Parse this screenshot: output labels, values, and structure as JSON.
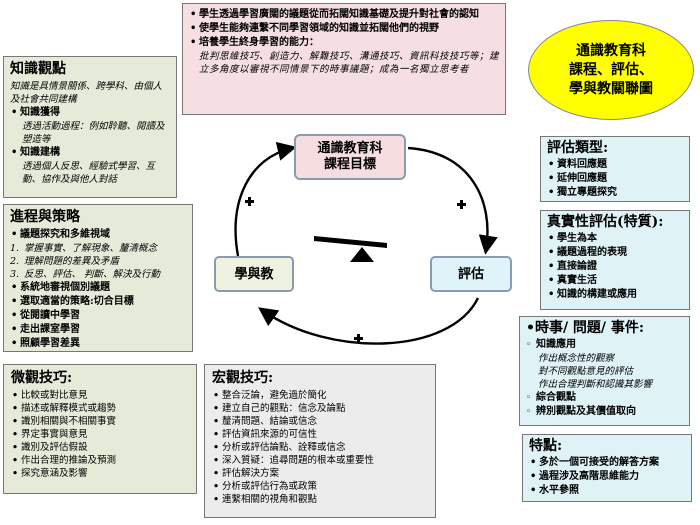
{
  "goals_box": {
    "items": [
      {
        "text": "學生透過學習廣闊的議題從而拓闊知識基礎及提升對社會的認知"
      },
      {
        "text": "使學生能夠連繫不同學習領域的知識並拓闊他們的視野"
      },
      {
        "text": "培養學生終身學習的能力：",
        "detail": "批判思維技巧、創造力、解難技巧、溝通技巧、資訊科技技巧等；建立多角度以審視不同情景下的時事議題；成為一名獨立思考者"
      }
    ]
  },
  "main_title": {
    "lines": [
      "通識教育科",
      "課程、評估、",
      "學與教關聯圖"
    ]
  },
  "knowledge_box": {
    "title": "知識觀點",
    "intro": "知識是具情景關係、跨學科、由個人及社會共同建構",
    "points": [
      {
        "head": "知識獲得",
        "detail": "透過活動過程：例如聆聽、閱讀及塑造等"
      },
      {
        "head": "知識建構",
        "detail": "透過個人反思、經驗式學習、互動、協作及與他人對話"
      }
    ]
  },
  "process_box": {
    "title": "進程與策略",
    "lead": "議題探究和多維視域",
    "numbered": [
      {
        "num": "1.",
        "text": "掌握事實、了解現象、釐清概念"
      },
      {
        "num": "2.",
        "text": "理解問題的差異及矛盾"
      },
      {
        "num": "3.",
        "text": "反思、評估、 判斷、解決及行動"
      }
    ],
    "points": [
      "系統地審視個別議題",
      "選取適當的策略:切合目標",
      "從閱讀中學習",
      "走出課室學習",
      "照顧學習差異"
    ]
  },
  "micro_box": {
    "title": "微觀技巧:",
    "items": [
      "比較或對比意見",
      "描述或解釋模式或趨勢",
      "識別相關與不相關事實",
      "界定事實與意見",
      "識別及評估假設",
      "作出合理的推論及預測",
      "探究意涵及影響"
    ]
  },
  "macro_box": {
    "title": "宏觀技巧:",
    "items": [
      "整合泛論，避免過於簡化",
      "建立自己的觀點：信念及論點",
      "釐清問題、結論或信念",
      "評估資訊來源的可信性",
      "分析或評估論點、詮釋或信念",
      "深入質疑：追尋問題的根本或重要性",
      "評估解決方案",
      "分析或評估行為或政策",
      "連繫相關的視角和觀點"
    ]
  },
  "cycle": {
    "curriculum": [
      "通識教育科",
      "課程目標"
    ],
    "teaching": "學與教",
    "assessment": "評估"
  },
  "assess_types_box": {
    "title": "評估類型:",
    "items": [
      "資料回應題",
      "延伸回應題",
      "獨立專題探究"
    ]
  },
  "authentic_box": {
    "title": "真實性評估(特質):",
    "items": [
      "學生為本",
      "議題過程的表現",
      "直接論證",
      "真實生活",
      "知識的構建或應用"
    ]
  },
  "issues_box": {
    "title": "•時事/ 問題/ 事件:",
    "head1": "知識應用",
    "details": [
      "作出概念性的觀察",
      "對不同觀點意見的評估",
      "作出合理判斷和認識其影響"
    ],
    "points": [
      "綜合觀點",
      "辨別觀點及其價值取向"
    ]
  },
  "features_box": {
    "title": "特點:",
    "items": [
      "多於一個可接受的解答方案",
      "過程涉及高階思維能力",
      "水平參照"
    ]
  }
}
